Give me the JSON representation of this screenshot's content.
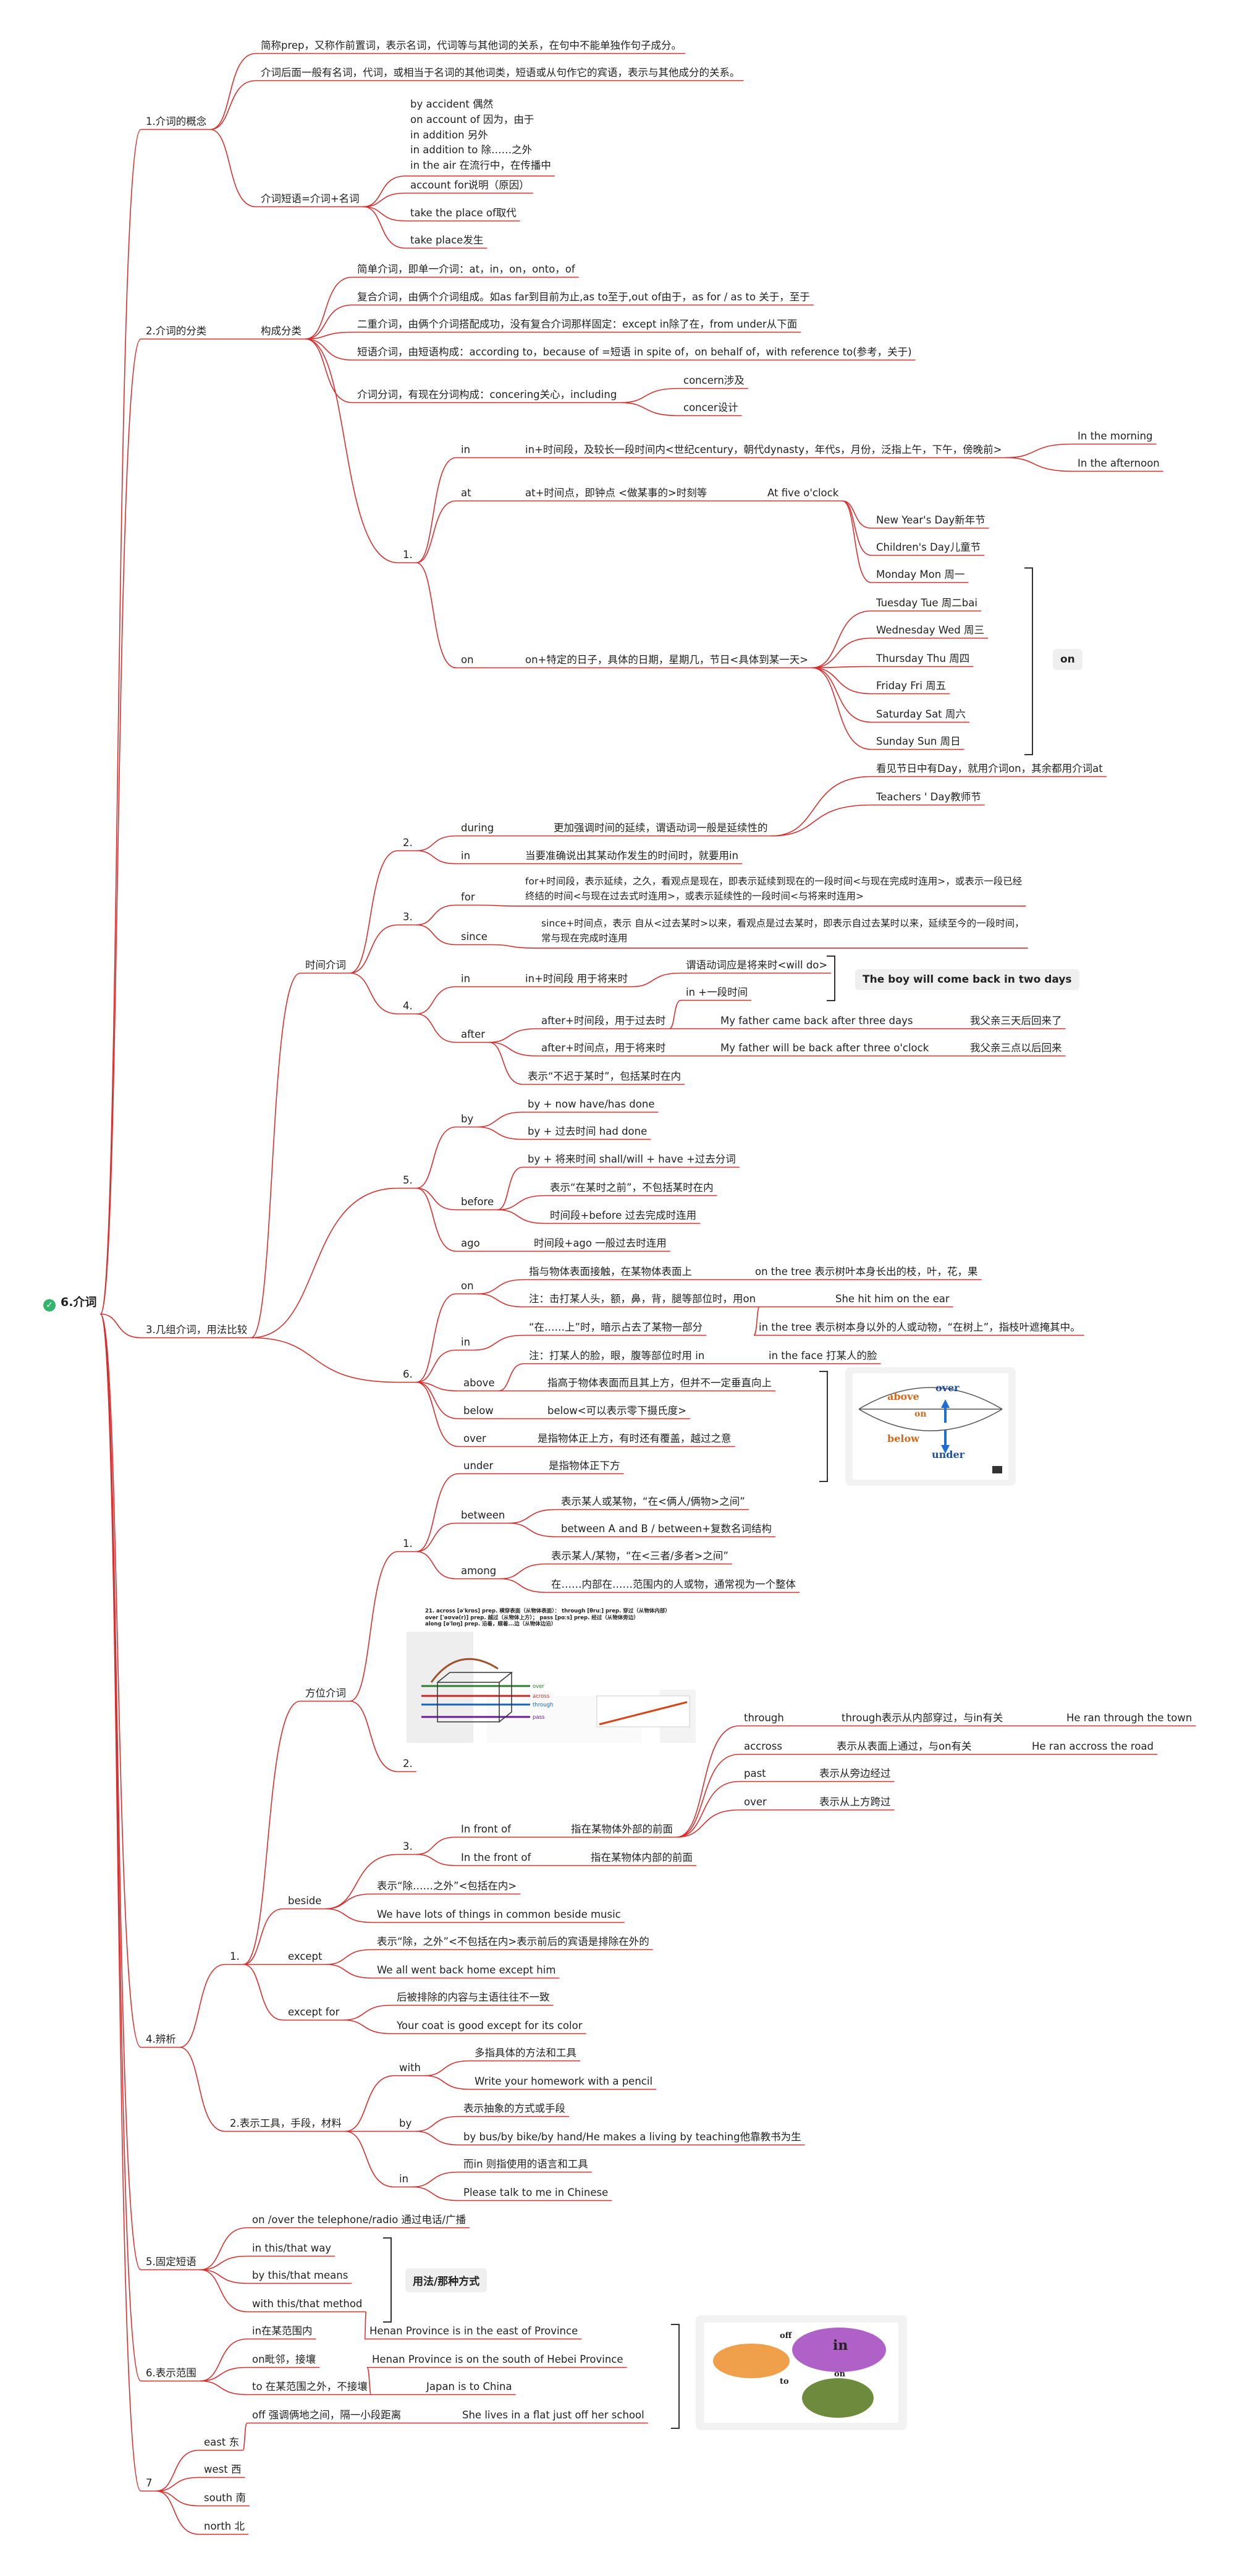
{
  "root": {
    "label": "6.介词",
    "icon": "check-circle-icon"
  },
  "sections": {
    "concept": {
      "label": "1.介词的概念",
      "def1": "简称prep，又称作前置词，表示名词，代词等与其他词的关系，在句中不能单独作句子成分。",
      "def2": "介词后面一般有名词，代词，或相当于名词的其他词类，短语或从句作它的宾语，表示与其他成分的关系。",
      "phrase_label": "介词短语=介词+名词",
      "phrase_group": [
        "by accident 偶然",
        "on account of 因为，由于",
        "in addition 另外",
        "in addition to 除……之外",
        "in the air 在流行中，在传播中"
      ],
      "ex1": "account for说明（原因）",
      "ex2": "take the place of取代",
      "ex3": "take place发生"
    },
    "types": {
      "label": "2.介词的分类",
      "form_label": "构成分类",
      "simple": "简单介词，即单一介词：at，in，on，onto，of",
      "compound": "复合介词，由俩个介词组成。如as far到目前为止,as to至于,out of由于，as for / as to 关于，至于",
      "double": "二重介词，由俩个介词搭配成功，没有复合介词那样固定：except in除了在，from under从下面",
      "phrasal": "短语介词，由短语构成：according to，because of =短语 in spite of，on behalf of，with reference to(参考，关于)",
      "participle": "介词分词，有现在分词构成：concering关心，including",
      "concern1": "concern涉及",
      "concern2": "concer设计"
    },
    "usage": {
      "label": "3.几组介词，用法比较",
      "time": {
        "label": "时间介词",
        "g1": {
          "num": "1.",
          "in_word": "in",
          "in_desc": "in+时间段，及较长一段时间内<世纪century，朝代dynasty，年代s，月份，泛指上午，下午，傍晚前>",
          "in_ex1": "In the morning",
          "in_ex2": "In the afternoon",
          "at_word": "at",
          "at_desc": "at+时间点，即钟点   <做某事的>时刻等",
          "at_ex": "At five o'clock",
          "on_word": "on",
          "on_desc": "on+特定的日子，具体的日期，星期几，节日<具体到某一天>",
          "on_items": [
            "New Year's Day新年节",
            "Children's Day儿童节",
            "Monday    Mon    周一",
            "Tuesday    Tue    周二bai",
            "Wednesday    Wed    周三",
            "Thursday    Thu    周四",
            "Friday    Fri    周五",
            "Saturday    Sat    周六",
            "Sunday    Sun    周日",
            "看见节日中有Day，就用介词on，其余都用介词at",
            "Teachers ' Day教师节"
          ],
          "on_summary": "on"
        },
        "g2": {
          "num": "2.",
          "during": "during",
          "during_desc": "更加强调时间的延续，谓语动词一般是延续性的",
          "in": "in",
          "in_desc": "当要准确说出其某动作发生的时间时，就要用in"
        },
        "g3": {
          "num": "3.",
          "for": "for",
          "for_desc1": "for+时间段，表示延续，之久，看观点是现在，即表示延续到现在的一段时间<与现在完成时连用>，或表示一段已经",
          "for_desc2": "终结的时间<与现在过去式时连用>，或表示延续性的一段时间<与将来时连用>",
          "since": "since",
          "since_desc1": "since+时间点，表示  自从<过去某时>以来，看观点是过去某时，即表示自过去某时以来，延续至今的一段时间，",
          "since_desc2": "常与现在完成时连用"
        },
        "g4": {
          "num": "4.",
          "in": "in",
          "in_desc": "in+时间段  用于将来时",
          "in_sub1": "谓语动词应是将来时<will do>",
          "in_sub2": "in +一段时间",
          "summary": "The boy will come back in two days",
          "after": "after",
          "after_desc1": "after+时间段，用于过去时",
          "after_ex1": "My father came back after three days",
          "after_tr1": "我父亲三天后回来了",
          "after_desc2": "after+时间点，用于将来时",
          "after_ex2": "My father will be back after three o'clock",
          "after_tr2": "我父亲三点以后回来"
        },
        "g5": {
          "num": "5.",
          "by": "by",
          "by_items": [
            "表示“不迟于某时”，包括某时在内",
            "by + now  have/has done",
            "by + 过去时间  had  done",
            "by + 将来时间 shall/will + have  +过去分词"
          ],
          "before": "before",
          "before_items": [
            "表示“在某时之前”，不包括某时在内",
            "时间段+before  过去完成时连用"
          ],
          "ago": "ago",
          "ago_desc": "时间段+ago 一般过去时连用"
        },
        "g6": {
          "num": "6.",
          "on": "on",
          "on_desc1": "指与物体表面接触，在某物体表面上",
          "on_ex1": "on the tree 表示树叶本身长出的枝，叶，花，果",
          "on_desc2": "注：击打某人头，额，鼻，背，腿等部位时，用on",
          "on_ex2": "She hit him on the ear",
          "in": "in",
          "in_desc1": "“在……上”时，暗示占去了某物一部分",
          "in_ex1": "in the tree 表示树本身以外的人或动物，“在树上”，指枝叶遮掩其中。",
          "in_desc2": "注：打某人的脸，眼，腹等部位时用  in",
          "in_ex2": "in  the face 打某人的脸",
          "above": "above",
          "above_desc": "指高于物体表面而且其上方，但并不一定垂直向上",
          "below": "below",
          "below_desc": "below<可以表示零下摄氏度>",
          "over": "over",
          "over_desc": "是指物体正上方，有时还有覆盖，越过之意",
          "under": "under",
          "under_desc": "是指物体正下方",
          "img": {
            "over": "over",
            "above": "above",
            "on": "on",
            "below": "below",
            "under": "under"
          }
        }
      },
      "place": {
        "label": "方位介词",
        "g1": {
          "num": "1.",
          "between": "between",
          "between_items": [
            "表示某人或某物，“在<俩人/俩物>之间”",
            "between A and B / between+复数名词结构"
          ],
          "among": "among",
          "among_items": [
            "表示某人/某物，“在<三者/多者>之间”",
            "在……内部在……范围内的人或物，通常视为一个整体"
          ]
        },
        "g2": {
          "num": "2.",
          "img_lines": [
            "21.  across  [ə'krɒs]  prep. 横穿表面（从物体表面）：   through  [θruː]  prep. 穿过（从物体内部）",
            "over  [ˈəʊvə(r)]  prep. 越过（从物体上方）；  pass  [pɑːs]  prep. 经过（从物体旁边）",
            "along  [ə'lɒŋ]  prep. 沿着，顺着...边（从物体边沿）"
          ],
          "img_small": [
            "over",
            "across",
            "through",
            "pass"
          ],
          "through": "through",
          "through_desc": "through表示从内部穿过，与in有关",
          "through_ex": "He ran through the town",
          "accross": "accross",
          "accross_desc": "表示从表面上通过，与on有关",
          "accross_ex": "He ran accross the road",
          "past": "past",
          "past_desc": "表示从旁边经过",
          "over": "over",
          "over_desc": "表示从上方跨过"
        },
        "g3": {
          "num": "3.",
          "in_front_of": "In front of",
          "in_front_of_desc": "指在某物体外部的前面",
          "in_the_front_of": "In the front of",
          "in_the_front_of_desc": "指在某物体内部的前面"
        }
      }
    },
    "distinguish": {
      "label": "4.辨析",
      "g1": {
        "num": "1.",
        "beside": "beside",
        "beside_items": [
          "表示“除……之外”<包括在内>",
          "We have lots of things in common beside music"
        ],
        "except": "except",
        "except_items": [
          "表示“除，之外”<不包括在内>表示前后的宾语是排除在外的",
          "We all went back home except him"
        ],
        "except_for": "except for",
        "except_for_items": [
          "后被排除的内容与主语往往不一致",
          "Your coat is good except for its color"
        ]
      },
      "g2": {
        "label": "2.表示工具，手段，材料",
        "with": "with",
        "with_items": [
          "多指具体的方法和工具",
          "Write your homework with a pencil"
        ],
        "by": "by",
        "by_items": [
          "表示抽象的方式或手段",
          "by bus/by bike/by hand/He makes a living by teaching他靠教书为生"
        ],
        "in": "in",
        "in_items": [
          "而in 则指使用的语言和工具",
          "Please talk to me in Chinese"
        ]
      }
    },
    "fixed": {
      "label": "5.固定短语",
      "items": [
        "on /over the telephone/radio 通过电话/广播",
        "in this/that way",
        "by this/that means",
        "with this/that method"
      ],
      "summary": "用法/那种方式"
    },
    "range": {
      "label": "6.表示范围",
      "rows": [
        {
          "a": "in在某范围内",
          "b": "Henan Province is in the east of Province"
        },
        {
          "a": "on毗邻，接壤",
          "b": "Henan Province is on the south of Hebei Province"
        },
        {
          "a": "to 在某范围之外，不接壤",
          "b": "Japan is to China"
        },
        {
          "a": "off 强调俩地之间，隔一小段距离",
          "b": "She lives in a flat just off her school"
        }
      ],
      "img": {
        "off": "off",
        "in": "in",
        "on": "on",
        "to": "to"
      }
    },
    "seven": {
      "label": "7",
      "items": [
        "east 东",
        "west 西",
        "south 南",
        "north 北"
      ]
    }
  }
}
